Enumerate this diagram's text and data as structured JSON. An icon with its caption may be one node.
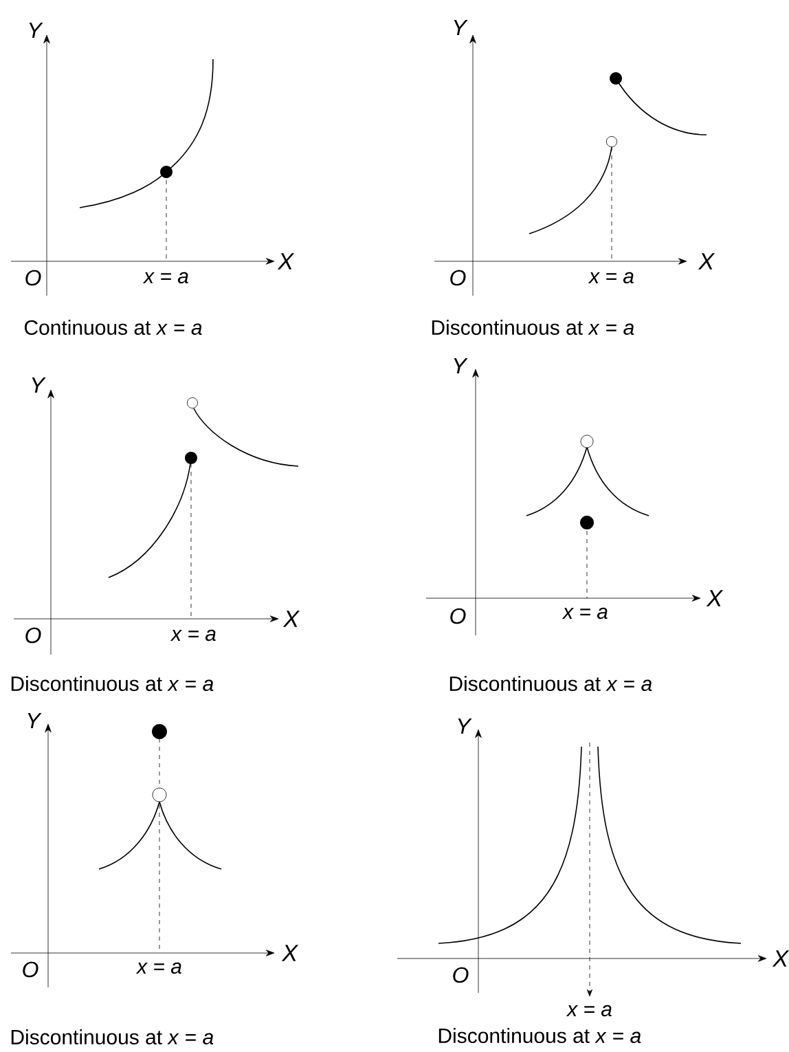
{
  "diagram": {
    "labels": [
      "Y",
      "X",
      "O",
      "x = a",
      "Continuous at *x* = *a*",
      "Y",
      "X",
      "O",
      "x = a",
      "Discontinuous at *x* = *a*",
      "Y",
      "X",
      "O",
      "x = a",
      "Discontinuous at *x* = *a*",
      "Y",
      "X",
      "O",
      "x = a",
      "Discontinuous at *x* = *a*",
      "Y",
      "X",
      "O",
      "x = a",
      "Discontinuous at *x* = *a*",
      "Y",
      "X",
      "O",
      "x = a",
      "Discontinuous at *x* = *a*"
    ]
  }
}
